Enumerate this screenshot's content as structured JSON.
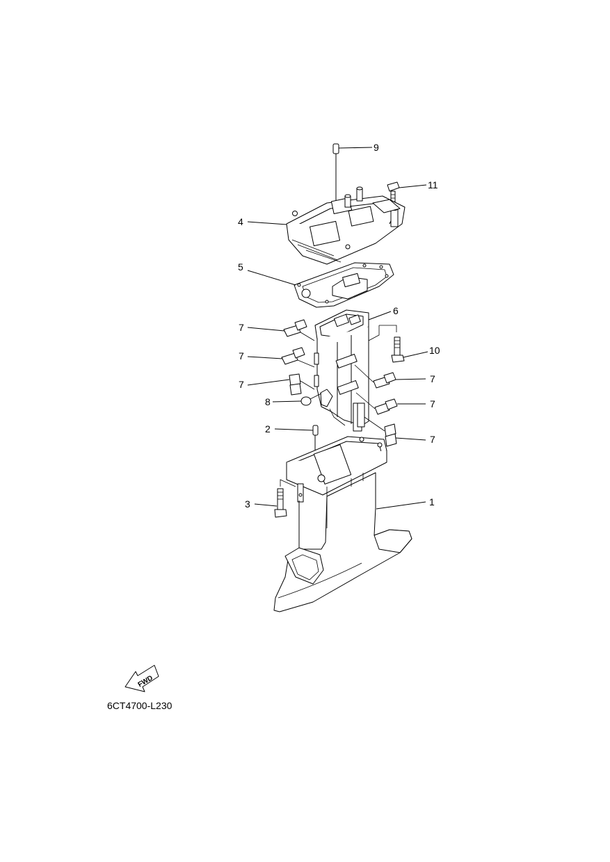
{
  "drawing_code": "6CT4700-L230",
  "fwd_label": "FWD",
  "callouts": [
    "1",
    "2",
    "3",
    "4",
    "5",
    "6",
    "7",
    "8",
    "9",
    "10",
    "11"
  ]
}
